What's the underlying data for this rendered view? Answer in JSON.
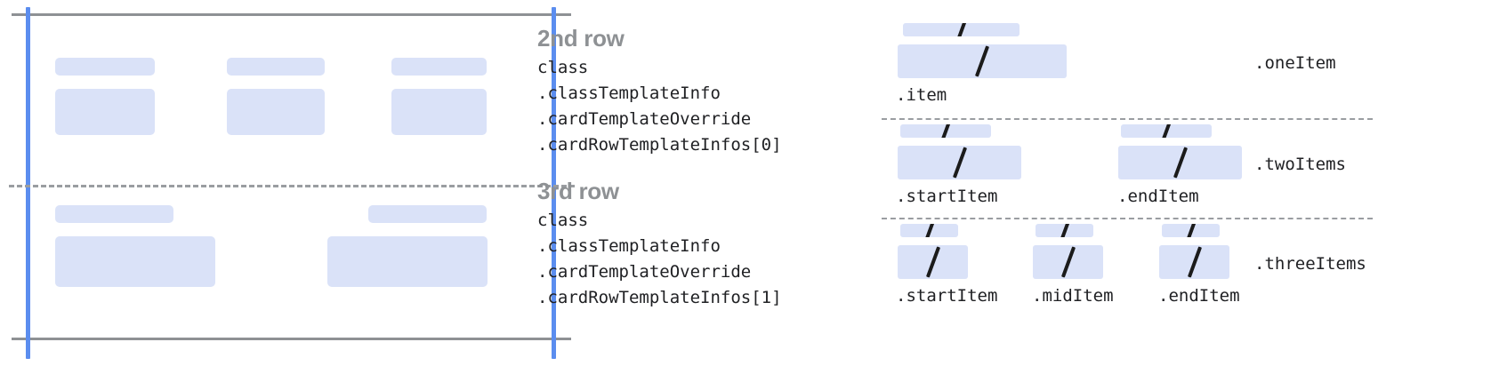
{
  "colors": {
    "placeholder_fill": "#dae2f8",
    "guide_line_blue": "#5b8def",
    "rule_gray": "#8e9194",
    "dashed_gray": "#9a9da1",
    "code_text": "#202124",
    "heading_gray": "#8e9194",
    "slash_mark": "#1b1b1b",
    "background": "#ffffff"
  },
  "card_diagram": {
    "name": "card-template-rows-diagram",
    "rows": [
      {
        "id": "second-row",
        "columns": [
          {
            "bar": "placeholder-bar",
            "box": "placeholder-box"
          },
          {
            "bar": "placeholder-bar",
            "box": "placeholder-box"
          },
          {
            "bar": "placeholder-bar",
            "box": "placeholder-box"
          }
        ]
      },
      {
        "id": "third-row",
        "columns": [
          {
            "bar": "placeholder-bar",
            "box": "placeholder-box"
          },
          {
            "bar": "placeholder-bar",
            "box": "placeholder-box"
          }
        ]
      }
    ]
  },
  "annotations": [
    {
      "title": "2nd row",
      "code_lines": [
        "class",
        ".classTemplateInfo",
        ".cardTemplateOverride",
        ".cardRowTemplateInfos[0]"
      ]
    },
    {
      "title": "3rd row",
      "code_lines": [
        "class",
        ".classTemplateInfo",
        ".cardTemplateOverride",
        ".cardRowTemplateInfos[1]"
      ]
    }
  ],
  "item_variants": [
    {
      "label": ".oneItem",
      "items": [
        {
          "sublabel": ".item"
        }
      ]
    },
    {
      "label": ".twoItems",
      "items": [
        {
          "sublabel": ".startItem"
        },
        {
          "sublabel": ".endItem"
        }
      ]
    },
    {
      "label": ".threeItems",
      "items": [
        {
          "sublabel": ".startItem"
        },
        {
          "sublabel": ".midItem"
        },
        {
          "sublabel": ".endItem"
        }
      ]
    }
  ],
  "icons": {
    "slash": "slash-mark-icon"
  }
}
